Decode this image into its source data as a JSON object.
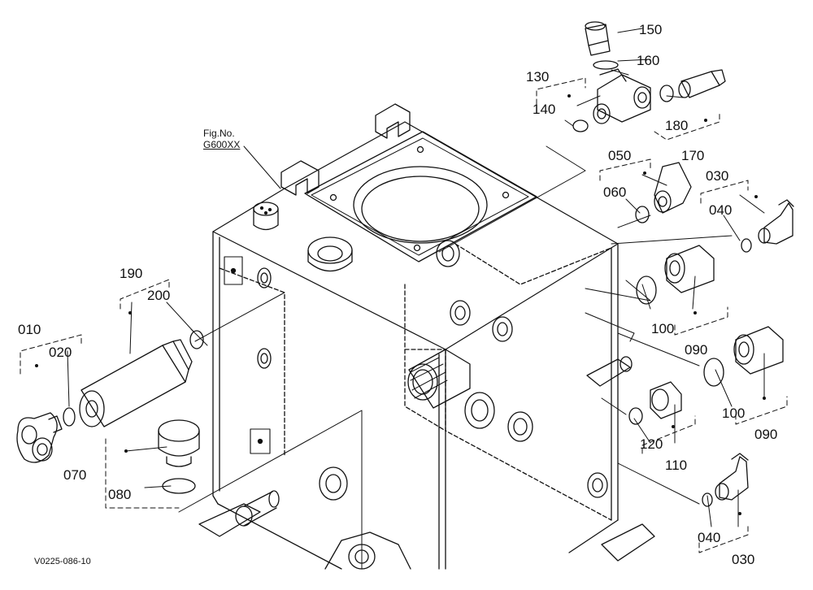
{
  "figure": {
    "ref_title": "Fig.No.",
    "ref_code": "G600XX",
    "drawing_id": "V0225-086-10"
  },
  "labels": {
    "l010": "010",
    "l020": "020",
    "l030a": "030",
    "l030b": "030",
    "l040a": "040",
    "l040b": "040",
    "l050": "050",
    "l060": "060",
    "l070": "070",
    "l080": "080",
    "l090a": "090",
    "l090b": "090",
    "l100a": "100",
    "l100b": "100",
    "l110": "110",
    "l120": "120",
    "l130": "130",
    "l140": "140",
    "l150": "150",
    "l160": "160",
    "l170": "170",
    "l180": "180",
    "l190": "190",
    "l200": "200"
  }
}
